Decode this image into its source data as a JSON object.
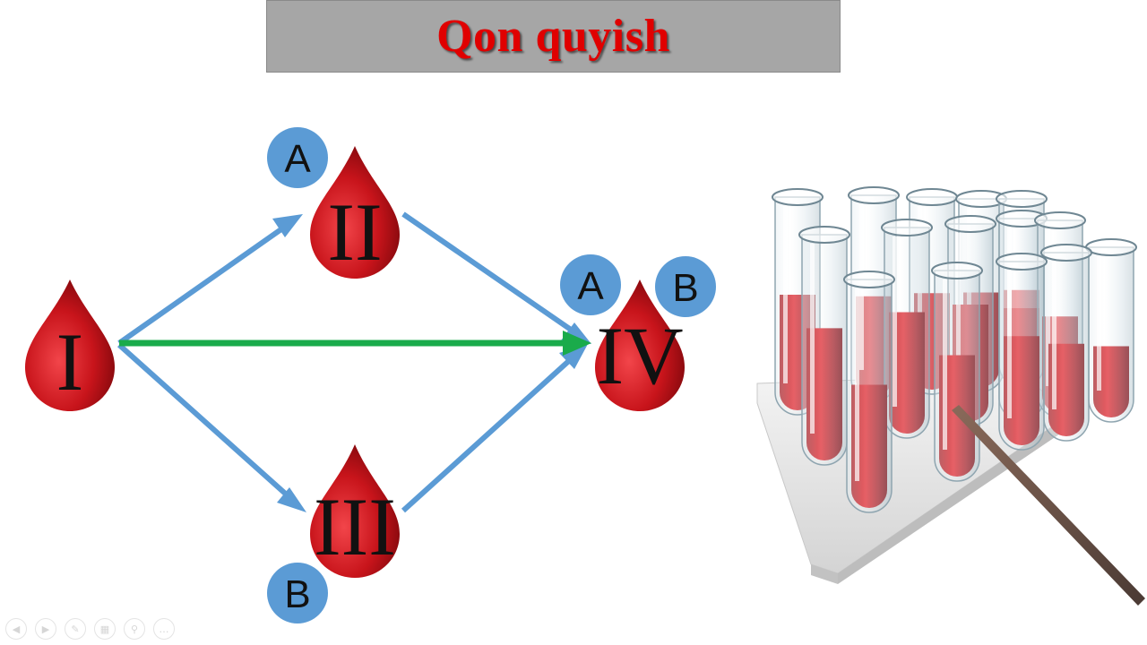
{
  "title": "Qon quyish",
  "colors": {
    "title_bg": "#a6a6a6",
    "title_text": "#e00000",
    "drop": "#c8141b",
    "badge": "#5b9bd5",
    "arrow_blue": "#5b9bd5",
    "arrow_green": "#1aab4b"
  },
  "nodes": [
    {
      "id": "I",
      "label": "I"
    },
    {
      "id": "II",
      "label": "II",
      "antigens": [
        "A"
      ]
    },
    {
      "id": "III",
      "label": "III",
      "antigens": [
        "B"
      ]
    },
    {
      "id": "IV",
      "label": "IV",
      "antigens": [
        "A",
        "B"
      ]
    }
  ],
  "edges": [
    {
      "from": "I",
      "to": "II",
      "color": "blue"
    },
    {
      "from": "I",
      "to": "IV",
      "color": "green"
    },
    {
      "from": "I",
      "to": "III",
      "color": "blue"
    },
    {
      "from": "II",
      "to": "IV",
      "color": "blue"
    },
    {
      "from": "III",
      "to": "IV",
      "color": "blue"
    }
  ],
  "image": {
    "subject": "test-tubes-rack"
  },
  "controls": [
    "prev-icon",
    "next-icon",
    "pen-icon",
    "slides-icon",
    "zoom-icon",
    "more-icon"
  ]
}
